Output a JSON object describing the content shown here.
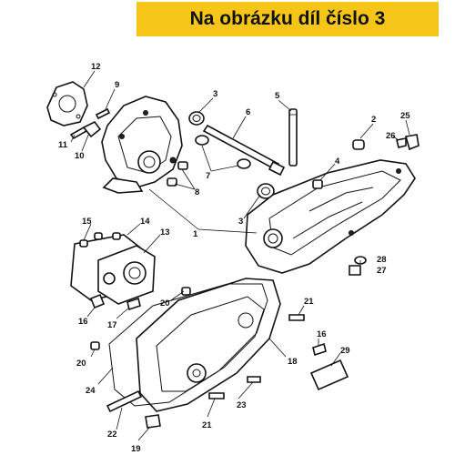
{
  "banner": {
    "title": "Na obrázku díl číslo 3"
  },
  "callouts": {
    "c1": "1",
    "c2": "2",
    "c3a": "3",
    "c3b": "3",
    "c4": "4",
    "c5": "5",
    "c6": "6",
    "c7": "7",
    "c8": "8",
    "c9": "9",
    "c10": "10",
    "c11": "11",
    "c12": "12",
    "c13": "13",
    "c14": "14",
    "c15": "15",
    "c16a": "16",
    "c16b": "16",
    "c17": "17",
    "c18": "18",
    "c19": "19",
    "c20a": "20",
    "c20b": "20",
    "c21a": "21",
    "c21b": "21",
    "c22": "22",
    "c23": "23",
    "c24": "24",
    "c25": "25",
    "c26": "26",
    "c27": "27",
    "c28": "28",
    "c29": "29"
  }
}
